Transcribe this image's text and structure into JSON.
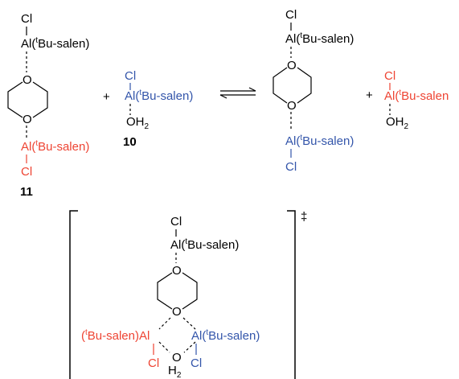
{
  "colors": {
    "black": "#000000",
    "red": "#ee4433",
    "blue": "#3355aa"
  },
  "labels": {
    "cl": "Cl",
    "al_paren": "Al(",
    "tbu_sup": "t",
    "bu_salen_close": "Bu-salen)",
    "bu_salen": "Bu-salen",
    "ligand_left_open": "(",
    "ligand_left_close": "Bu-salen)Al",
    "o": "O",
    "oh": "OH",
    "h": "H",
    "sub_2": "2",
    "plus": "+",
    "compound_10": "10",
    "compound_11": "11",
    "ts_mark": "‡"
  }
}
